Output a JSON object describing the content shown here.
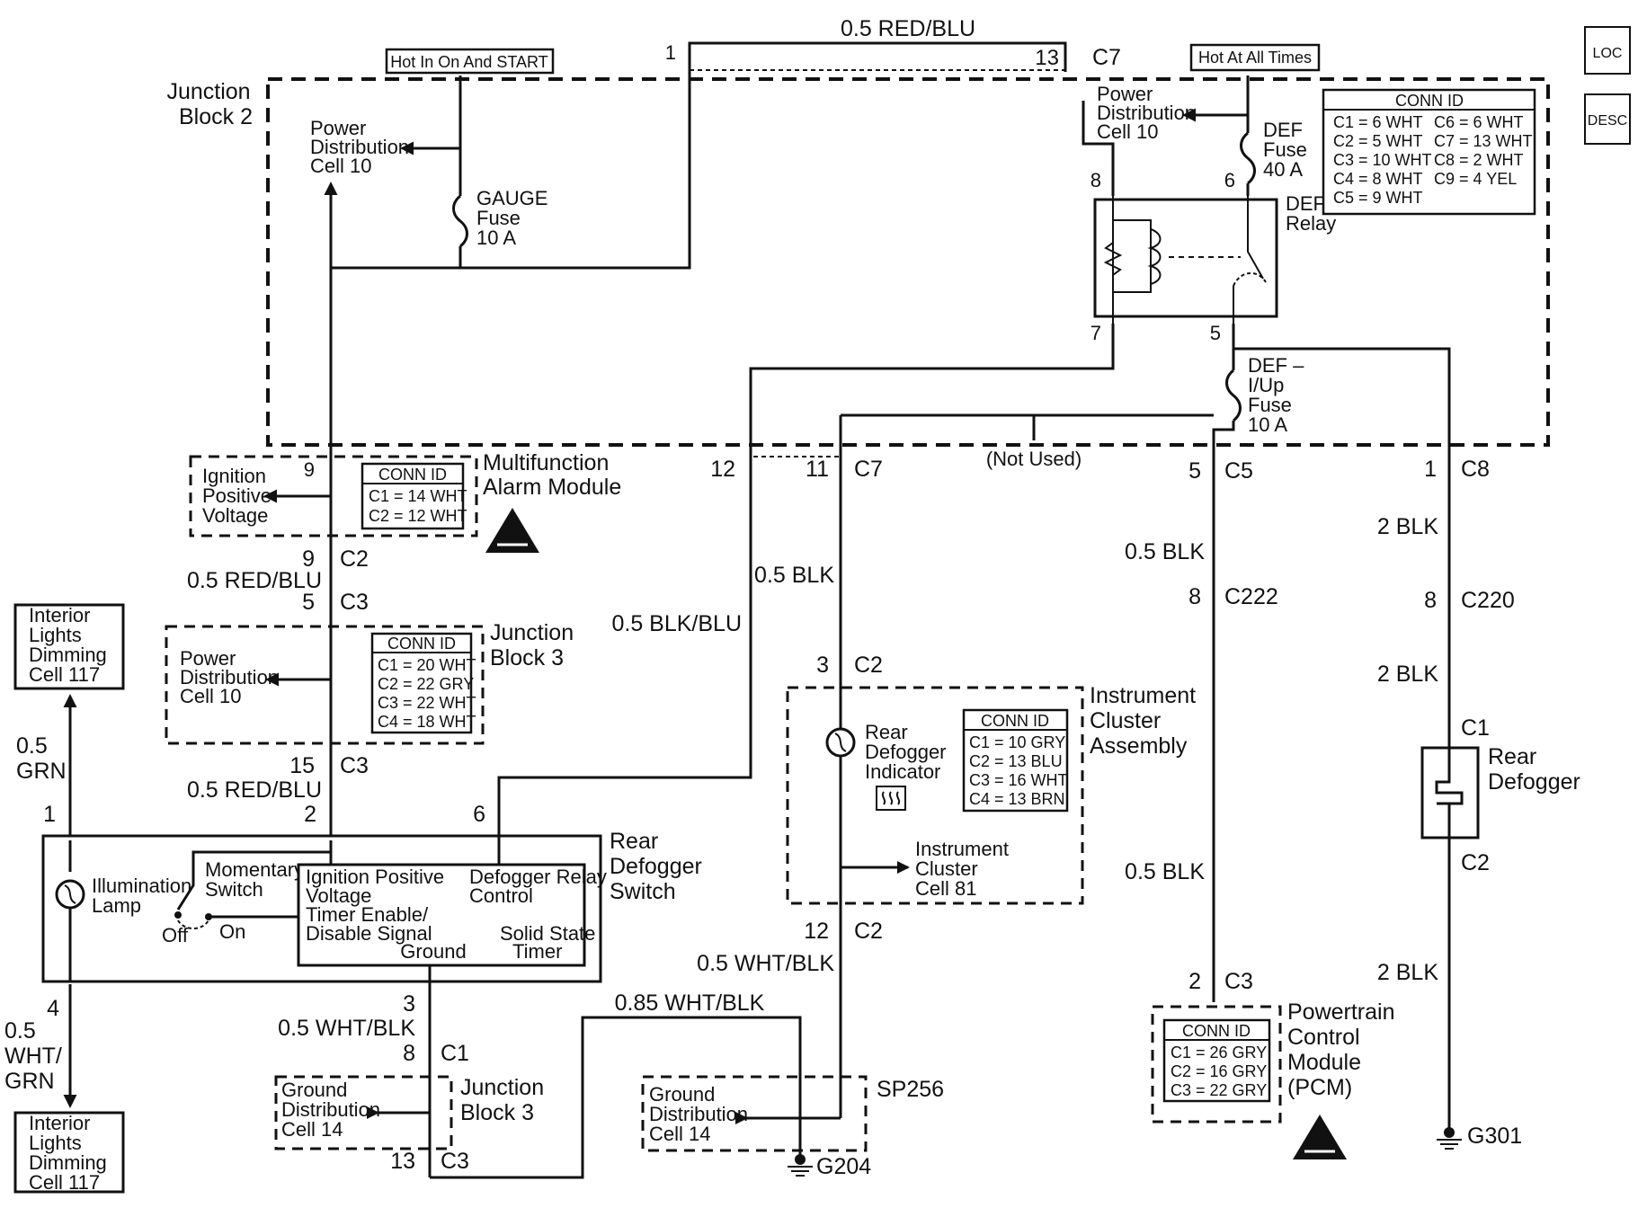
{
  "badges": {
    "loc": "LOC",
    "desc": "DESC"
  },
  "top": {
    "wire_red_blu": "0.5 RED/BLU",
    "pin_1": "1",
    "pin_13": "13",
    "conn_c7": "C7",
    "hot_run": "Hot In On And START",
    "hot_always": "Hot At All Times"
  },
  "jb2": {
    "title_1": "Junction",
    "title_2": "Block 2",
    "pd_left": [
      "Power",
      "Distribution",
      "Cell 10"
    ],
    "pd_right": [
      "Power",
      "Distribution",
      "Cell 10"
    ],
    "gauge_fuse": [
      "GAUGE",
      "Fuse",
      "10 A"
    ],
    "def_fuse": [
      "DEF",
      "Fuse",
      "40 A"
    ],
    "def_relay": [
      "DEF",
      "Relay"
    ],
    "def_iup_fuse": [
      "DEF –",
      "I/Up",
      "Fuse",
      "10 A"
    ],
    "pins": {
      "p8": "8",
      "p6": "6",
      "p7": "7",
      "p5": "5"
    },
    "conn_id": {
      "title": "CONN ID",
      "rows": [
        [
          "C1 = 6 WHT",
          "C6 = 6 WHT"
        ],
        [
          "C2 = 5 WHT",
          "C7 = 13 WHT"
        ],
        [
          "C3 = 10 WHT",
          "C8 = 2 WHT"
        ],
        [
          "C4 = 8 WHT",
          "C9 = 4 YEL"
        ],
        [
          "C5 = 9 WHT",
          ""
        ]
      ]
    }
  },
  "bottom_row": {
    "p12": "12",
    "p11": "11",
    "c7": "C7",
    "not_used": "(Not Used)",
    "p5": "5",
    "c5": "C5",
    "p1": "1",
    "c8": "C8"
  },
  "mam": {
    "title_1": "Multifunction",
    "title_2": "Alarm Module",
    "ign_label": [
      "Ignition",
      "Positive",
      "Voltage"
    ],
    "pin": "9",
    "conn_id": {
      "title": "CONN ID",
      "rows": [
        "C1 = 14 WHT",
        "C2 = 12 WHT"
      ]
    }
  },
  "left_column": {
    "p9": "9",
    "c2": "C2",
    "wire1": "0.5 RED/BLU",
    "p5": "5",
    "c3": "C3",
    "p15": "15",
    "c3b": "C3",
    "wire2": "0.5 RED/BLU",
    "p2": "2",
    "p6": "6"
  },
  "jb3": {
    "title_1": "Junction",
    "title_2": "Block 3",
    "pd": [
      "Power",
      "Distribution",
      "Cell 10"
    ],
    "conn_id": {
      "title": "CONN ID",
      "rows": [
        "C1 = 20 WHT",
        "C2 = 22 GRY",
        "C3 = 22 WHT",
        "C4 = 18 WHT"
      ]
    }
  },
  "interior": {
    "top": [
      "Interior",
      "Lights",
      "Dimming",
      "Cell 117"
    ],
    "bottom": [
      "Interior",
      "Lights",
      "Dimming",
      "Cell 117"
    ],
    "wire_grn": [
      "0.5",
      "GRN"
    ],
    "wire_wht_grn": [
      "0.5",
      "WHT/",
      "GRN"
    ],
    "p1": "1",
    "p4": "4"
  },
  "switch": {
    "title": [
      "Rear",
      "Defogger",
      "Switch"
    ],
    "illum": [
      "Illumination",
      "Lamp"
    ],
    "momentary": [
      "Momentary",
      "Switch"
    ],
    "off": "Off",
    "on": "On",
    "ign_pos": [
      "Ignition Positive",
      "Voltage"
    ],
    "timer": [
      "Timer Enable/",
      "Disable Signal"
    ],
    "ground": "Ground",
    "relay_ctrl": [
      "Defogger Relay",
      "Control"
    ],
    "solid_state": [
      "Solid State",
      "Timer"
    ]
  },
  "middle": {
    "wire_blk_blu": "0.5 BLK/BLU",
    "wire_blk": "0.5 BLK",
    "p3": "3",
    "c2": "C2",
    "p12": "12",
    "c2b": "C2",
    "wire_wht_blk": "0.5 WHT/BLK",
    "wire_085": "0.85 WHT/BLK",
    "sp256": "SP256",
    "g204": "G204"
  },
  "cluster": {
    "title": [
      "Instrument",
      "Cluster",
      "Assembly"
    ],
    "indicator": [
      "Rear",
      "Defogger",
      "Indicator"
    ],
    "ic_cell": [
      "Instrument",
      "Cluster",
      "Cell 81"
    ],
    "conn_id": {
      "title": "CONN ID",
      "rows": [
        "C1 = 10 GRY",
        "C2 = 13 BLU",
        "C3 = 16 WHT",
        "C4 = 13 BRN"
      ]
    }
  },
  "jb3_lower": {
    "p3": "3",
    "wire": "0.5 WHT/BLK",
    "p8": "8",
    "c1": "C1",
    "title_1": "Junction",
    "title_2": "Block 3",
    "gd": [
      "Ground",
      "Distribution",
      "Cell 14"
    ],
    "p13": "13",
    "c3": "C3"
  },
  "gd_mid": [
    "Ground",
    "Distribution",
    "Cell 14"
  ],
  "pcm_branch": {
    "wire1": "0.5 BLK",
    "p8": "8",
    "c222": "C222",
    "wire2": "0.5 BLK",
    "p2": "2",
    "c3": "C3",
    "title": [
      "Powertrain",
      "Control",
      "Module",
      "(PCM)"
    ],
    "conn_id": {
      "title": "CONN ID",
      "rows": [
        "C1 = 26 GRY",
        "C2 = 16 GRY",
        "C3 = 22 GRY"
      ]
    }
  },
  "defogger_branch": {
    "wire1": "2 BLK",
    "p8": "8",
    "c220": "C220",
    "wire2": "2 BLK",
    "c1": "C1",
    "title": [
      "Rear",
      "Defogger"
    ],
    "c2": "C2",
    "wire3": "2 BLK",
    "g301": "G301"
  }
}
